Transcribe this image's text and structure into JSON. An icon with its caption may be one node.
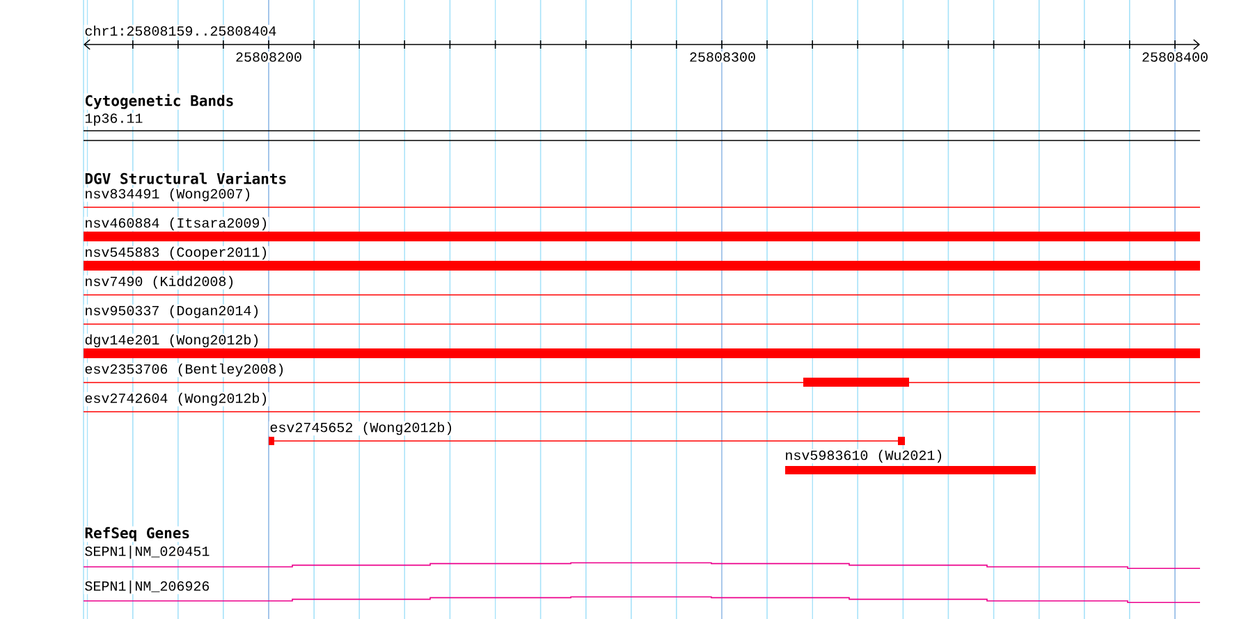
{
  "diagram": {
    "labels": [
      "chr1:25808159..25808404",
      "25808200",
      "25808300",
      "25808400",
      "Cytogenetic Bands",
      "1p36.11",
      "DGV Structural Variants",
      "nsv834491 (Wong2007)",
      "nsv460884 (Itsara2009)",
      "nsv545883 (Cooper2011)",
      "nsv7490 (Kidd2008)",
      "nsv950337 (Dogan2014)",
      "dgv14e201 (Wong2012b)",
      "esv2353706 (Bentley2008)",
      "esv2742604 (Wong2012b)",
      "esv2745652 (Wong2012b)",
      "nsv5983610 (Wu2021)",
      "RefSeq Genes",
      "SEPN1|NM_020451",
      "SEPN1|NM_206926"
    ]
  }
}
